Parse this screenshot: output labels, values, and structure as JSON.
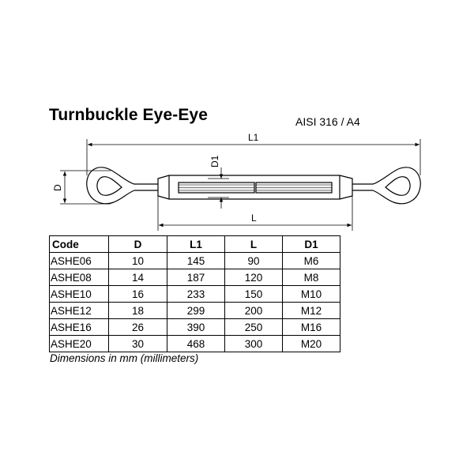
{
  "title": "Turnbuckle Eye-Eye",
  "material": "AISI 316 / A4",
  "dimension_labels": {
    "l1": "L1",
    "l": "L",
    "d": "D",
    "d1": "D1"
  },
  "table": {
    "headers": [
      "Code",
      "D",
      "L1",
      "L",
      "D1"
    ],
    "rows": [
      [
        "ASHE06",
        "10",
        "145",
        "90",
        "M6"
      ],
      [
        "ASHE08",
        "14",
        "187",
        "120",
        "M8"
      ],
      [
        "ASHE10",
        "16",
        "233",
        "150",
        "M10"
      ],
      [
        "ASHE12",
        "18",
        "299",
        "200",
        "M12"
      ],
      [
        "ASHE16",
        "26",
        "390",
        "250",
        "M16"
      ],
      [
        "ASHE20",
        "30",
        "468",
        "300",
        "M20"
      ]
    ]
  },
  "note": "Dimensions in mm (millimeters)"
}
